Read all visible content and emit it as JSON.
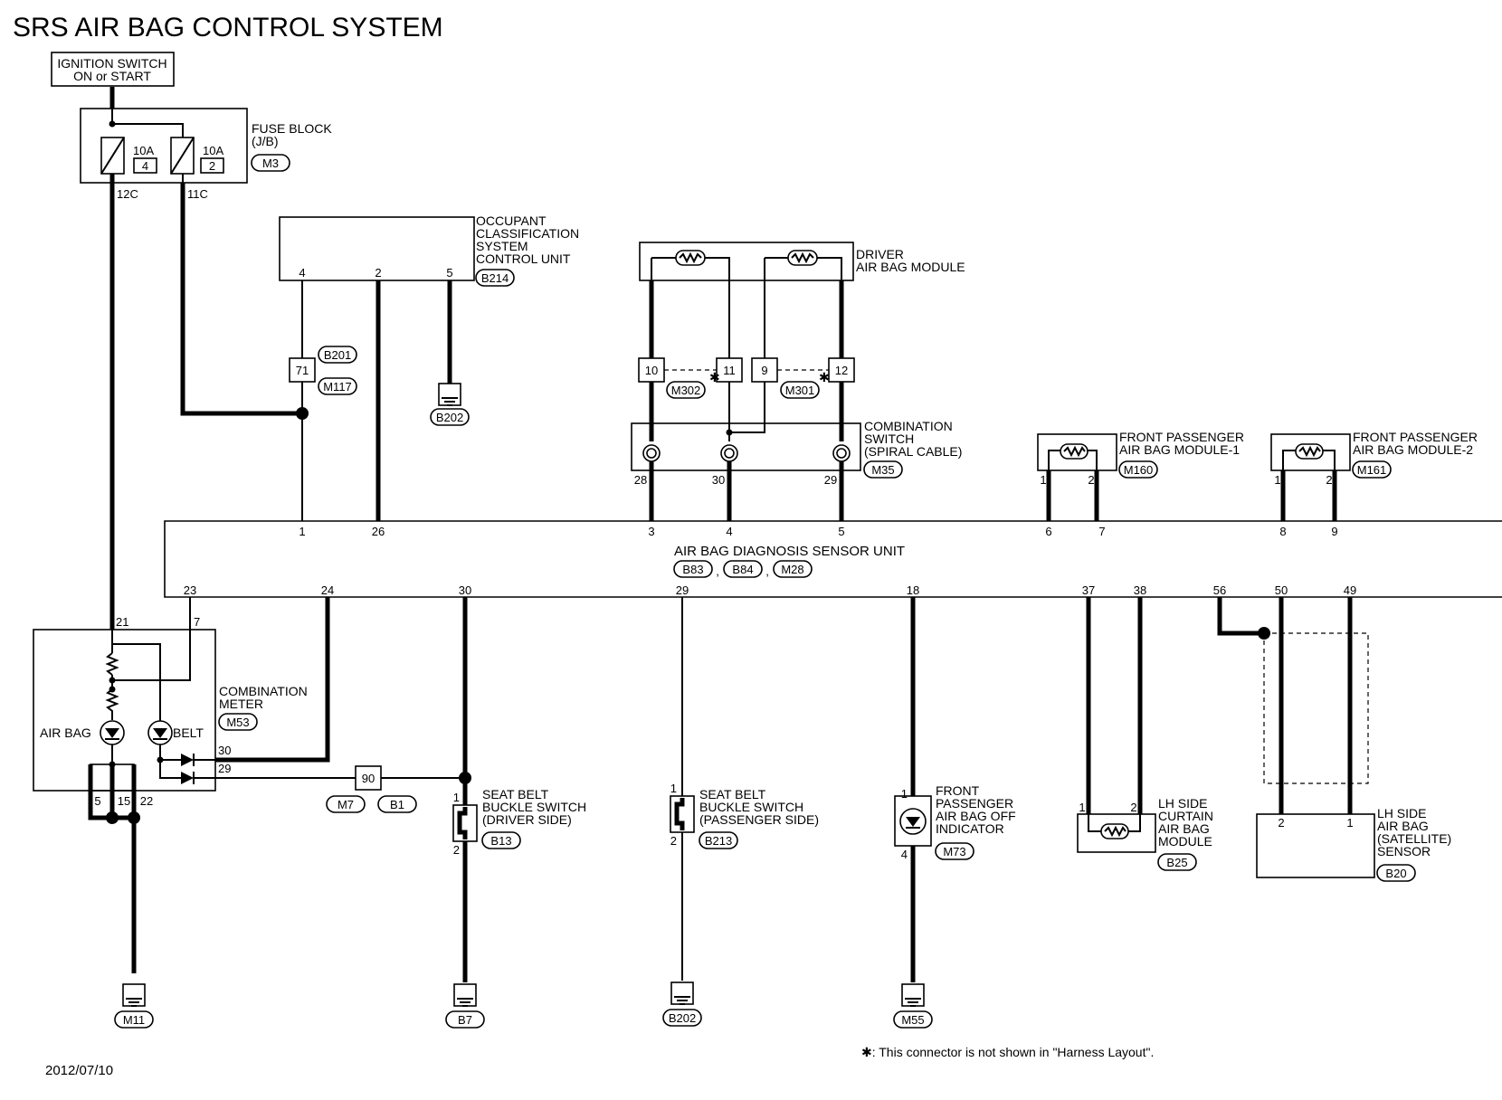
{
  "title": "SRS AIR BAG CONTROL SYSTEM",
  "date": "2012/07/10",
  "footnote": "✱: This connector is not shown in \"Harness Layout\".",
  "ignition": {
    "line1": "IGNITION SWITCH",
    "line2": "ON or START"
  },
  "fuse_block": {
    "label1": "FUSE BLOCK",
    "label2": "(J/B)",
    "connector": "M3",
    "fuse_a": {
      "rating": "10A",
      "number": "4",
      "pin": "12C"
    },
    "fuse_b": {
      "rating": "10A",
      "number": "2",
      "pin": "11C"
    }
  },
  "occupant_unit": {
    "line1": "OCCUPANT",
    "line2": "CLASSIFICATION",
    "line3": "SYSTEM",
    "line4": "CONTROL UNIT",
    "connector": "B214",
    "pin_a": "4",
    "pin_b": "2",
    "pin_c": "5"
  },
  "inline_71": {
    "number": "71",
    "conn_a": "B201",
    "conn_b": "M117"
  },
  "ground_b202_top": "B202",
  "driver_module": {
    "line1": "DRIVER",
    "line2": "AIR BAG MODULE"
  },
  "spiral_connectors": {
    "p10": "10",
    "p11": "11",
    "p9": "9",
    "p12": "12",
    "conn_a": "M302",
    "conn_b": "M301"
  },
  "combination_switch": {
    "line1": "COMBINATION",
    "line2": "SWITCH",
    "line3": "(SPIRAL CABLE)",
    "connector": "M35",
    "pin_a": "28",
    "pin_b": "30",
    "pin_c": "29"
  },
  "fp_module_1": {
    "line1": "FRONT PASSENGER",
    "line2": "AIR BAG MODULE-1",
    "connector": "M160",
    "pin_a": "1",
    "pin_b": "2"
  },
  "fp_module_2": {
    "line1": "FRONT PASSENGER",
    "line2": "AIR BAG MODULE-2",
    "connector": "M161",
    "pin_a": "1",
    "pin_b": "2"
  },
  "diagnosis_unit": {
    "label": "AIR BAG DIAGNOSIS SENSOR UNIT",
    "conn_a": "B83",
    "conn_b": "B84",
    "conn_c": "M28",
    "sep": ",",
    "top_pins": [
      "1",
      "26",
      "3",
      "4",
      "5",
      "6",
      "7",
      "8",
      "9"
    ],
    "bottom_pins": [
      "23",
      "24",
      "30",
      "29",
      "18",
      "37",
      "38",
      "56",
      "50",
      "49"
    ]
  },
  "combination_meter": {
    "line1": "COMBINATION",
    "line2": "METER",
    "connector": "M53",
    "airbag": "AIR BAG",
    "belt": "BELT",
    "pin_21": "21",
    "pin_7": "7",
    "pin_30": "30",
    "pin_29": "29",
    "pin_5": "5",
    "pin_15": "15",
    "pin_22": "22"
  },
  "inline_90": {
    "number": "90",
    "conn_a": "M7",
    "conn_b": "B1"
  },
  "seat_belt_driver": {
    "line1": "SEAT BELT",
    "line2": "BUCKLE SWITCH",
    "line3": "(DRIVER SIDE)",
    "connector": "B13",
    "pin_a": "1",
    "pin_b": "2"
  },
  "seat_belt_passenger": {
    "line1": "SEAT BELT",
    "line2": "BUCKLE SWITCH",
    "line3": "(PASSENGER SIDE)",
    "connector": "B213",
    "pin_a": "1",
    "pin_b": "2"
  },
  "airbag_off": {
    "line1": "FRONT",
    "line2": "PASSENGER",
    "line3": "AIR BAG OFF",
    "line4": "INDICATOR",
    "connector": "M73",
    "pin_a": "1",
    "pin_b": "4"
  },
  "curtain": {
    "line1": "LH SIDE",
    "line2": "CURTAIN",
    "line3": "AIR BAG",
    "line4": "MODULE",
    "connector": "B25",
    "pin_a": "1",
    "pin_b": "2"
  },
  "satellite": {
    "line1": "LH SIDE",
    "line2": "AIR BAG",
    "line3": "(SATELLITE)",
    "line4": "SENSOR",
    "connector": "B20",
    "pin_a": "2",
    "pin_b": "1"
  },
  "grounds": {
    "m11": "M11",
    "b7": "B7",
    "b202": "B202",
    "m55": "M55"
  }
}
